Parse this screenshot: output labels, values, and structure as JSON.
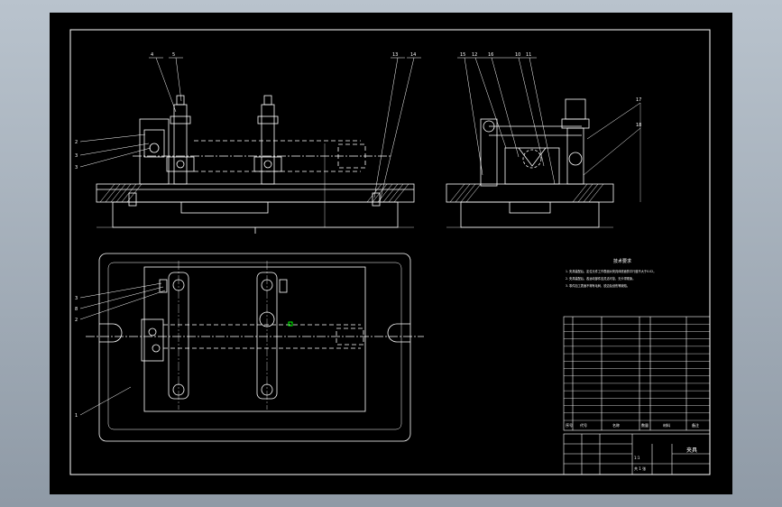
{
  "colors": {
    "background": "#000000",
    "line": "#ffffff",
    "marker": "#00ff00"
  },
  "front_view": {
    "callouts_top": [
      "4",
      "5",
      "13",
      "14"
    ],
    "callouts_left": [
      "2",
      "3",
      "3"
    ]
  },
  "side_view": {
    "callouts_top": [
      "15",
      "12",
      "16",
      "10",
      "11"
    ],
    "callouts_right": [
      "17",
      "18"
    ]
  },
  "top_view": {
    "callouts_left": [
      "3",
      "8",
      "2",
      "1"
    ]
  },
  "notes": {
    "title": "技术要求",
    "lines": [
      "1. 夹具装配后，定位元件工作表面对夹具体底面的平行度不大于0.02。",
      "2. 夹具装配后，各运动部件应灵活可靠，无卡滞现象。",
      "3. 零件加工表面不得有毛刺、锐边及划伤等缺陷。"
    ]
  },
  "parts_table": {
    "header": [
      "序号",
      "代号",
      "名称",
      "数量",
      "材料",
      "备注"
    ],
    "rows": 14
  },
  "title_block": {
    "name": "夹具",
    "drawing_no": "",
    "scale": "1:1",
    "sheet": "共 1 张"
  }
}
